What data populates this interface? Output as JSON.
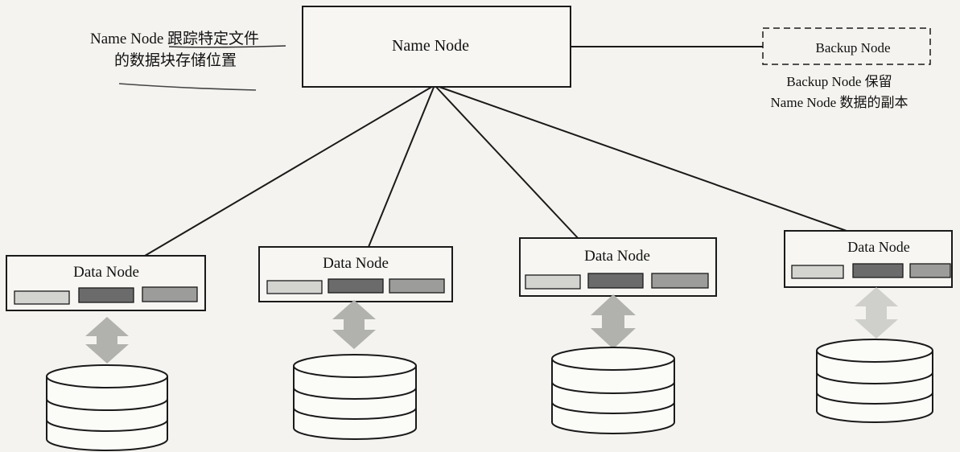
{
  "name_node": {
    "label": "Name Node",
    "annotation": [
      "Name Node 跟踪特定文件",
      "的数据块存储位置"
    ]
  },
  "backup_node": {
    "label": "Backup Node",
    "annotation": [
      "Backup Node 保留",
      "Name Node 数据的副本"
    ]
  },
  "data_nodes": [
    {
      "label": "Data Node"
    },
    {
      "label": "Data Node"
    },
    {
      "label": "Data Node"
    },
    {
      "label": "Data Node"
    }
  ],
  "colors": {
    "paper": "#f4f3ef",
    "stroke": "#1a1a1a",
    "block_light": "#d3d3d0",
    "block_dark": "#6b6b6b",
    "block_mid": "#9c9c9a",
    "arrow": "#b1b1ae",
    "arrow_light": "#cfcfcc"
  }
}
